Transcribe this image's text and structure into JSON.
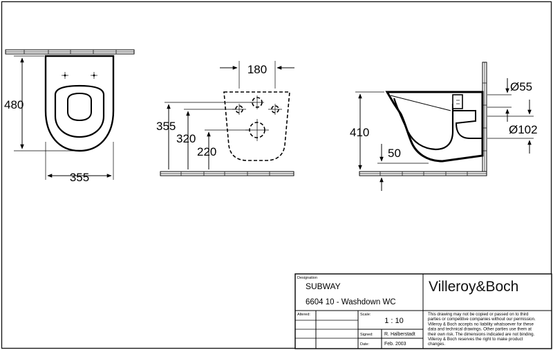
{
  "dimensions": {
    "front_height": "480",
    "front_width": "355",
    "bolt_spacing": "180",
    "height_355": "355",
    "height_320": "320",
    "height_220": "220",
    "side_height": "410",
    "side_50": "50",
    "dia_55": "Ø55",
    "dia_102": "Ø102"
  },
  "title_block": {
    "designation_label": "Designation",
    "product_name": "SUBWAY",
    "product_code": "6604 10 - Washdown WC",
    "brand": "Villeroy&Boch",
    "altered_label": "Altered:",
    "scale_label": "Scale:",
    "scale_value": "1 : 10",
    "signed_label": "Signed:",
    "signed_value": "R. Halberstadt",
    "date_label": "Date:",
    "date_value": "Feb. 2003",
    "disclaimer": [
      "This drawing may not be copied or passed on to third",
      "parties or competitive companies  without our permission.",
      "Villeroy & Boch accepts no liability whatsoever for these",
      "data and technical drawings. Other parties use them  at",
      "their own risk. The dimensions indicated are not binding.",
      "Villeroy & Boch reserves the right to make product",
      "changes."
    ]
  }
}
